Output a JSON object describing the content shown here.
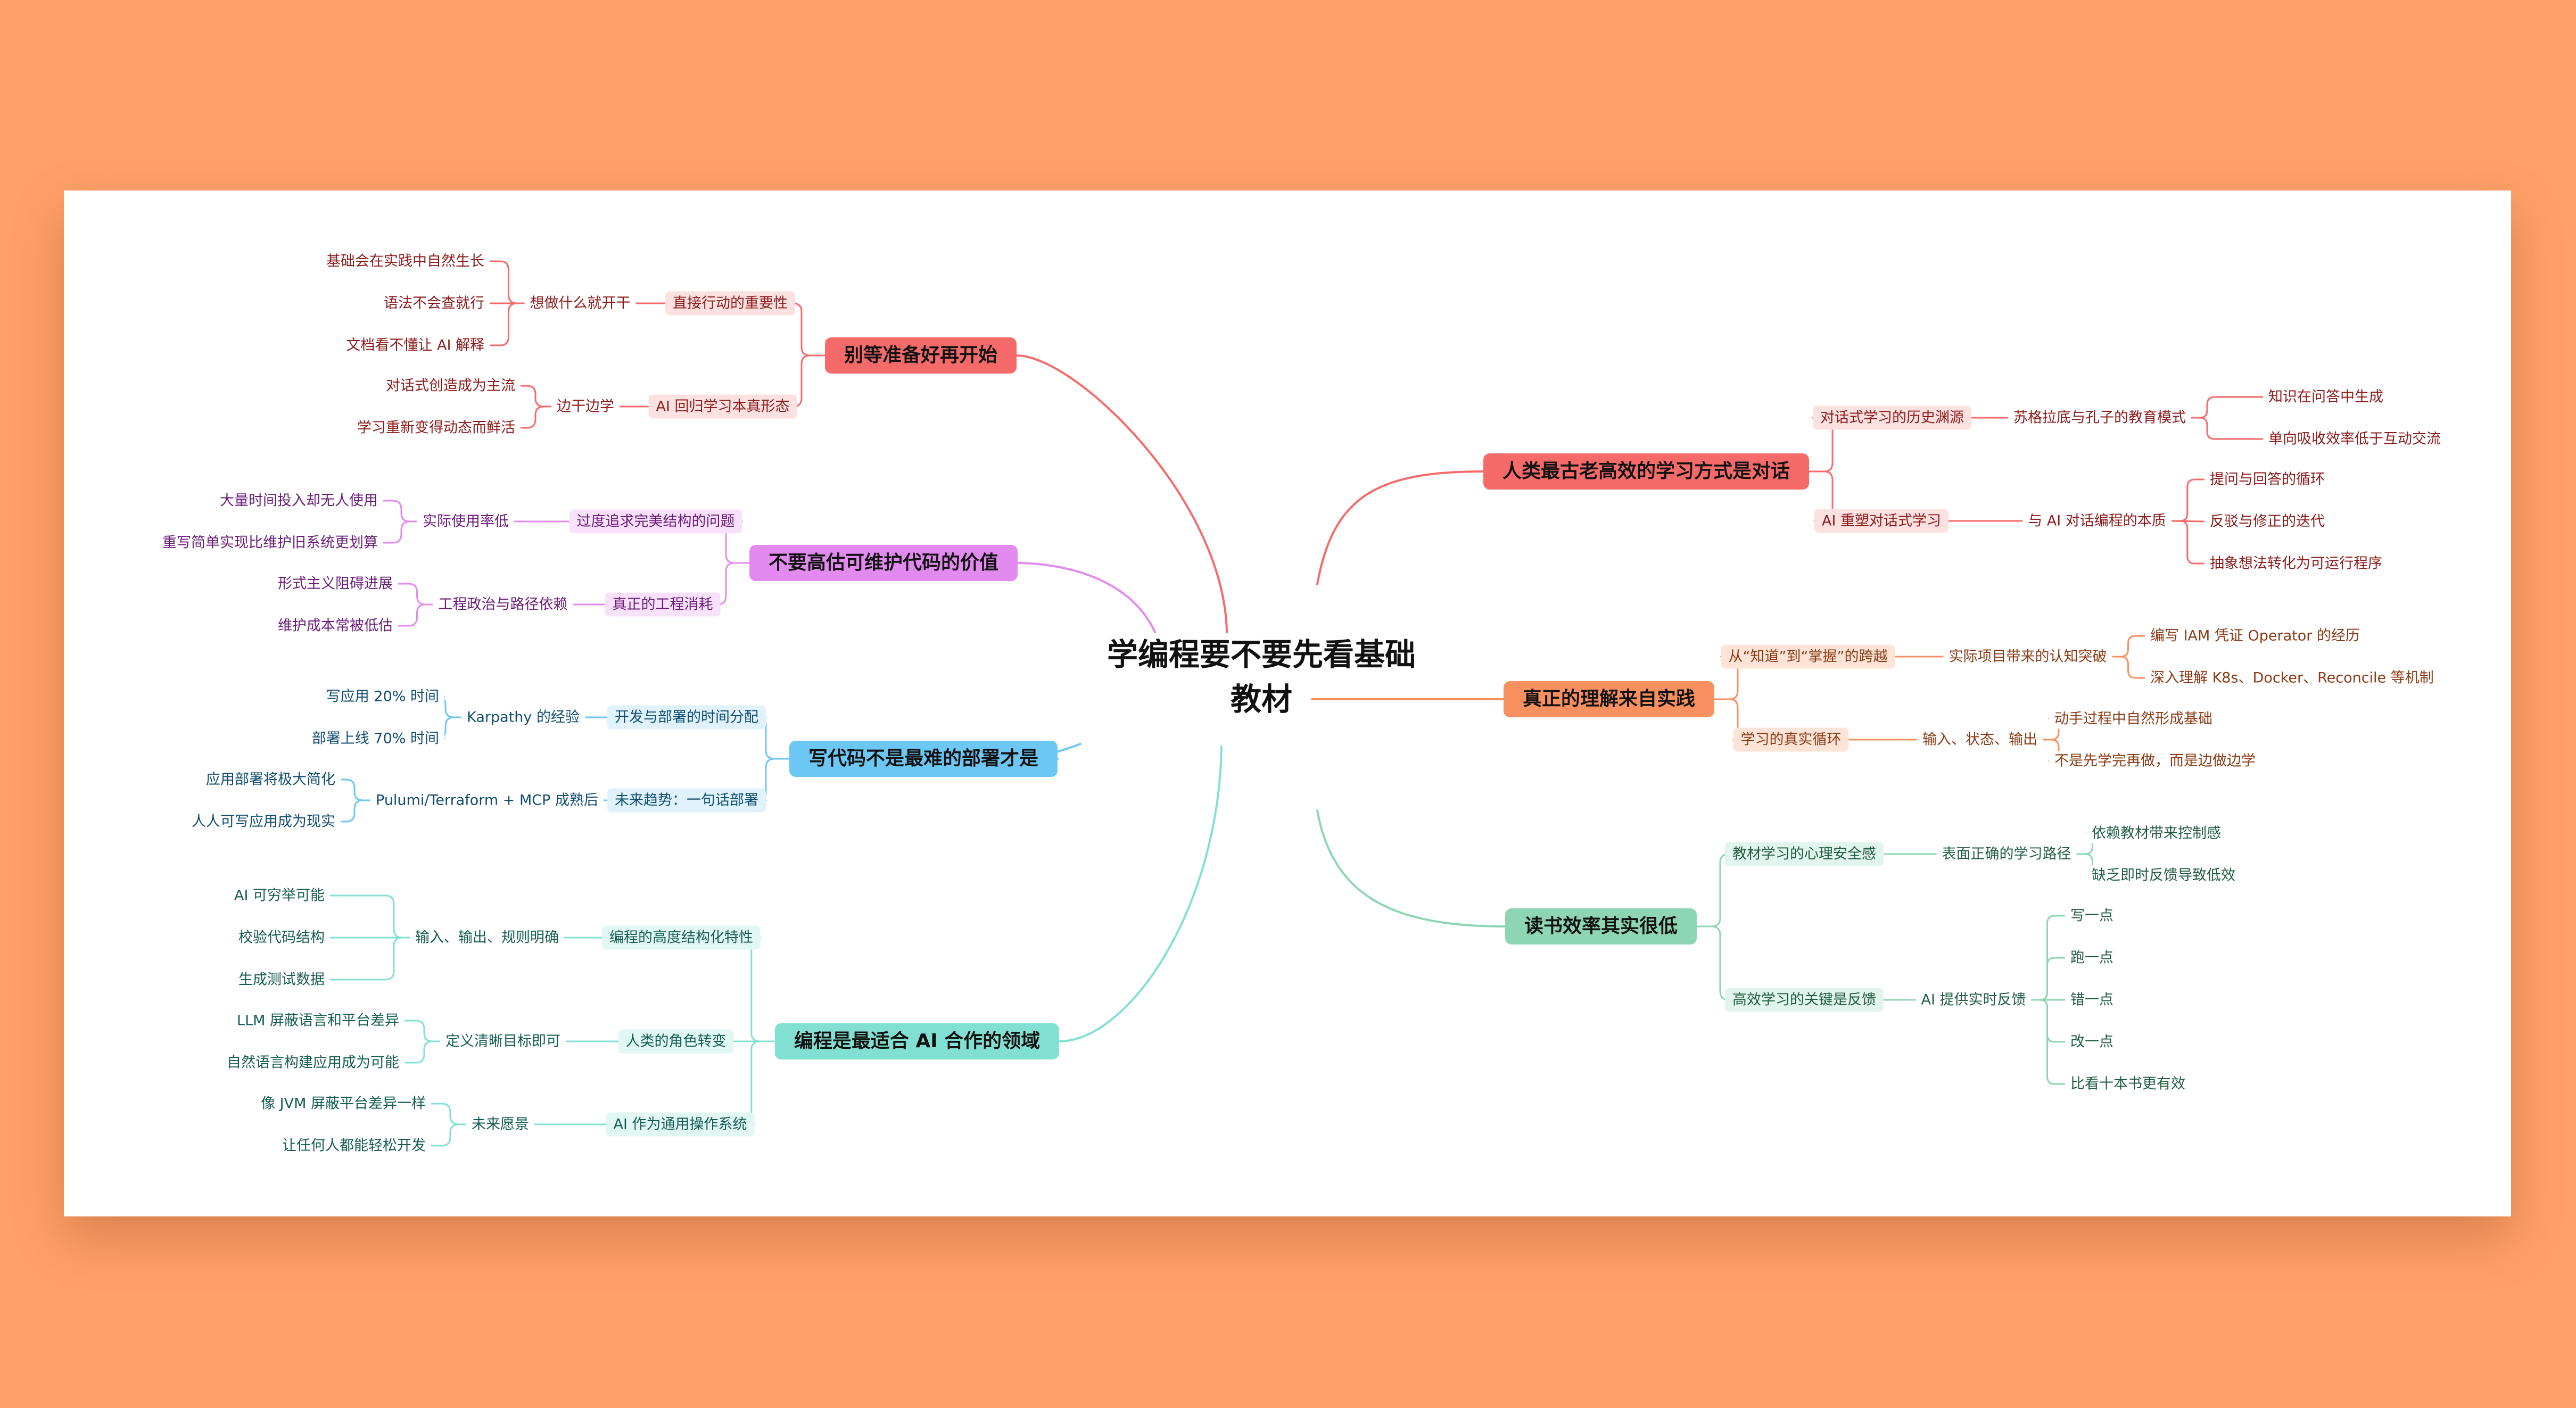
{
  "root": {
    "title_line1": "学编程要不要先看基础",
    "title_line2": "教材"
  },
  "colors": {
    "red": "#F66A6A",
    "coral": "#F9905F",
    "green": "#8ED6B3",
    "purple": "#E38AF0",
    "blue": "#6CC7F5",
    "teal": "#82E0D2"
  },
  "right": [
    {
      "label": "人类最古老高效的学习方式是对话",
      "subs": [
        {
          "label": "对话式学习的历史渊源",
          "mid": "苏格拉底与孔子的教育模式",
          "leaves": [
            "知识在问答中生成",
            "单向吸收效率低于互动交流"
          ]
        },
        {
          "label": "AI 重塑对话式学习",
          "mid": "与 AI 对话编程的本质",
          "leaves": [
            "提问与回答的循环",
            "反驳与修正的迭代",
            "抽象想法转化为可运行程序"
          ]
        }
      ]
    },
    {
      "label": "真正的理解来自实践",
      "subs": [
        {
          "label": "从“知道”到“掌握”的跨越",
          "mid": "实际项目带来的认知突破",
          "leaves": [
            "编写 IAM 凭证 Operator 的经历",
            "深入理解 K8s、Docker、Reconcile 等机制"
          ]
        },
        {
          "label": "学习的真实循环",
          "mid": "输入、状态、输出",
          "leaves": [
            "动手过程中自然形成基础",
            "不是先学完再做，而是边做边学"
          ]
        }
      ]
    },
    {
      "label": "读书效率其实很低",
      "subs": [
        {
          "label": "教材学习的心理安全感",
          "mid": "表面正确的学习路径",
          "leaves": [
            "依赖教材带来控制感",
            "缺乏即时反馈导致低效"
          ]
        },
        {
          "label": "高效学习的关键是反馈",
          "mid": "AI 提供实时反馈",
          "leaves": [
            "写一点",
            "跑一点",
            "错一点",
            "改一点",
            "比看十本书更有效"
          ]
        }
      ]
    }
  ],
  "left": [
    {
      "label": "别等准备好再开始",
      "subs": [
        {
          "label": "直接行动的重要性",
          "mid": "想做什么就开干",
          "leaves": [
            "基础会在实践中自然生长",
            "语法不会查就行",
            "文档看不懂让 AI 解释"
          ]
        },
        {
          "label": "AI 回归学习本真形态",
          "mid": "边干边学",
          "leaves": [
            "对话式创造成为主流",
            "学习重新变得动态而鲜活"
          ]
        }
      ]
    },
    {
      "label": "不要高估可维护代码的价值",
      "subs": [
        {
          "label": "过度追求完美结构的问题",
          "mid": "实际使用率低",
          "leaves": [
            "大量时间投入却无人使用",
            "重写简单实现比维护旧系统更划算"
          ]
        },
        {
          "label": "真正的工程消耗",
          "mid": "工程政治与路径依赖",
          "leaves": [
            "形式主义阻碍进展",
            "维护成本常被低估"
          ]
        }
      ]
    },
    {
      "label": "写代码不是最难的部署才是",
      "subs": [
        {
          "label": "开发与部署的时间分配",
          "mid": "Karpathy 的经验",
          "leaves": [
            "写应用 20% 时间",
            "部署上线 70% 时间"
          ]
        },
        {
          "label": "未来趋势：一句话部署",
          "mid": "Pulumi/Terraform + MCP 成熟后",
          "leaves": [
            "应用部署将极大简化",
            "人人可写应用成为现实"
          ]
        }
      ]
    },
    {
      "label": "编程是最适合 AI 合作的领域",
      "subs": [
        {
          "label": "编程的高度结构化特性",
          "mid": "输入、输出、规则明确",
          "leaves": [
            "AI 可穷举可能",
            "校验代码结构",
            "生成测试数据"
          ]
        },
        {
          "label": "人类的角色转变",
          "mid": "定义清晰目标即可",
          "leaves": [
            "LLM 屏蔽语言和平台差异",
            "自然语言构建应用成为可能"
          ]
        },
        {
          "label": "AI 作为通用操作系统",
          "mid": "未来愿景",
          "leaves": [
            "像 JVM 屏蔽平台差异一样",
            "让任何人都能轻松开发"
          ]
        }
      ]
    }
  ]
}
